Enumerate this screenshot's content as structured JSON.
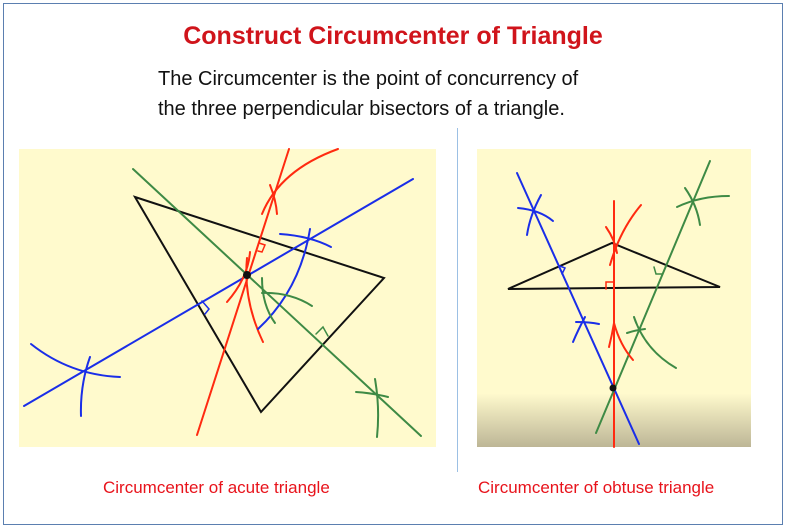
{
  "title": "Construct Circumcenter of Triangle",
  "subtitle_lines": [
    "The Circumcenter is the point of concurrency of",
    "the three perpendicular bisectors of a triangle."
  ],
  "captions": {
    "acute": "Circumcenter of acute triangle",
    "obtuse": "Circumcenter of obtuse triangle"
  },
  "colors": {
    "title": "#d0141b",
    "panel_bg": "#fffacd",
    "bisector_red": "#ff2a10",
    "bisector_blue": "#1a2ee8",
    "bisector_green": "#3e8a45"
  }
}
